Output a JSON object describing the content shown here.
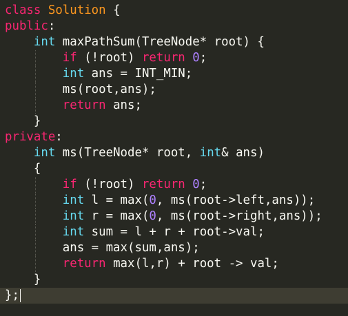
{
  "editor": {
    "colors": {
      "background": "#272822",
      "keyword": "#f92672",
      "type": "#66d9ef",
      "class_name": "#fd971f",
      "number": "#ae81ff",
      "text": "#f8f8f2"
    },
    "lines": [
      {
        "indent": 0,
        "tokens": [
          {
            "t": "kw",
            "v": "class"
          },
          {
            "t": "txt",
            "v": " "
          },
          {
            "t": "cls",
            "v": "Solution"
          },
          {
            "t": "txt",
            "v": " {"
          }
        ]
      },
      {
        "indent": 0,
        "tokens": [
          {
            "t": "kw",
            "v": "public"
          },
          {
            "t": "txt",
            "v": ":"
          }
        ]
      },
      {
        "indent": 1,
        "tokens": [
          {
            "t": "type",
            "v": "int"
          },
          {
            "t": "txt",
            "v": " maxPathSum(TreeNode* root) {"
          }
        ]
      },
      {
        "indent": 2,
        "tokens": [
          {
            "t": "kw",
            "v": "if"
          },
          {
            "t": "txt",
            "v": " (!root) "
          },
          {
            "t": "kw",
            "v": "return"
          },
          {
            "t": "txt",
            "v": " "
          },
          {
            "t": "num",
            "v": "0"
          },
          {
            "t": "txt",
            "v": ";"
          }
        ]
      },
      {
        "indent": 2,
        "tokens": [
          {
            "t": "type",
            "v": "int"
          },
          {
            "t": "txt",
            "v": " ans = INT_MIN;"
          }
        ]
      },
      {
        "indent": 2,
        "tokens": [
          {
            "t": "txt",
            "v": "ms(root,ans);"
          }
        ]
      },
      {
        "indent": 2,
        "tokens": [
          {
            "t": "kw",
            "v": "return"
          },
          {
            "t": "txt",
            "v": " ans;"
          }
        ]
      },
      {
        "indent": 1,
        "tokens": [
          {
            "t": "txt",
            "v": "}"
          }
        ]
      },
      {
        "indent": 0,
        "tokens": [
          {
            "t": "kw",
            "v": "private"
          },
          {
            "t": "txt",
            "v": ":"
          }
        ]
      },
      {
        "indent": 1,
        "tokens": [
          {
            "t": "type",
            "v": "int"
          },
          {
            "t": "txt",
            "v": " ms(TreeNode* root, "
          },
          {
            "t": "type",
            "v": "int"
          },
          {
            "t": "txt",
            "v": "& ans)"
          }
        ]
      },
      {
        "indent": 1,
        "tokens": [
          {
            "t": "txt",
            "v": "{"
          }
        ]
      },
      {
        "indent": 2,
        "tokens": [
          {
            "t": "kw",
            "v": "if"
          },
          {
            "t": "txt",
            "v": " (!root) "
          },
          {
            "t": "kw",
            "v": "return"
          },
          {
            "t": "txt",
            "v": " "
          },
          {
            "t": "num",
            "v": "0"
          },
          {
            "t": "txt",
            "v": ";"
          }
        ]
      },
      {
        "indent": 2,
        "tokens": [
          {
            "t": "type",
            "v": "int"
          },
          {
            "t": "txt",
            "v": " l = max("
          },
          {
            "t": "num",
            "v": "0"
          },
          {
            "t": "txt",
            "v": ", ms(root->left,ans));"
          }
        ]
      },
      {
        "indent": 2,
        "tokens": [
          {
            "t": "type",
            "v": "int"
          },
          {
            "t": "txt",
            "v": " r = max("
          },
          {
            "t": "num",
            "v": "0"
          },
          {
            "t": "txt",
            "v": ", ms(root->right,ans));"
          }
        ]
      },
      {
        "indent": 2,
        "tokens": [
          {
            "t": "type",
            "v": "int"
          },
          {
            "t": "txt",
            "v": " sum = l + r + root->val;"
          }
        ]
      },
      {
        "indent": 2,
        "tokens": [
          {
            "t": "txt",
            "v": "ans = max(sum,ans);"
          }
        ]
      },
      {
        "indent": 2,
        "tokens": [
          {
            "t": "kw",
            "v": "return"
          },
          {
            "t": "txt",
            "v": " max(l,r) + root -> val;"
          }
        ]
      },
      {
        "indent": 1,
        "tokens": [
          {
            "t": "txt",
            "v": "}"
          }
        ]
      },
      {
        "indent": 0,
        "current": true,
        "tokens": [
          {
            "t": "txt",
            "v": "};"
          }
        ]
      }
    ]
  }
}
